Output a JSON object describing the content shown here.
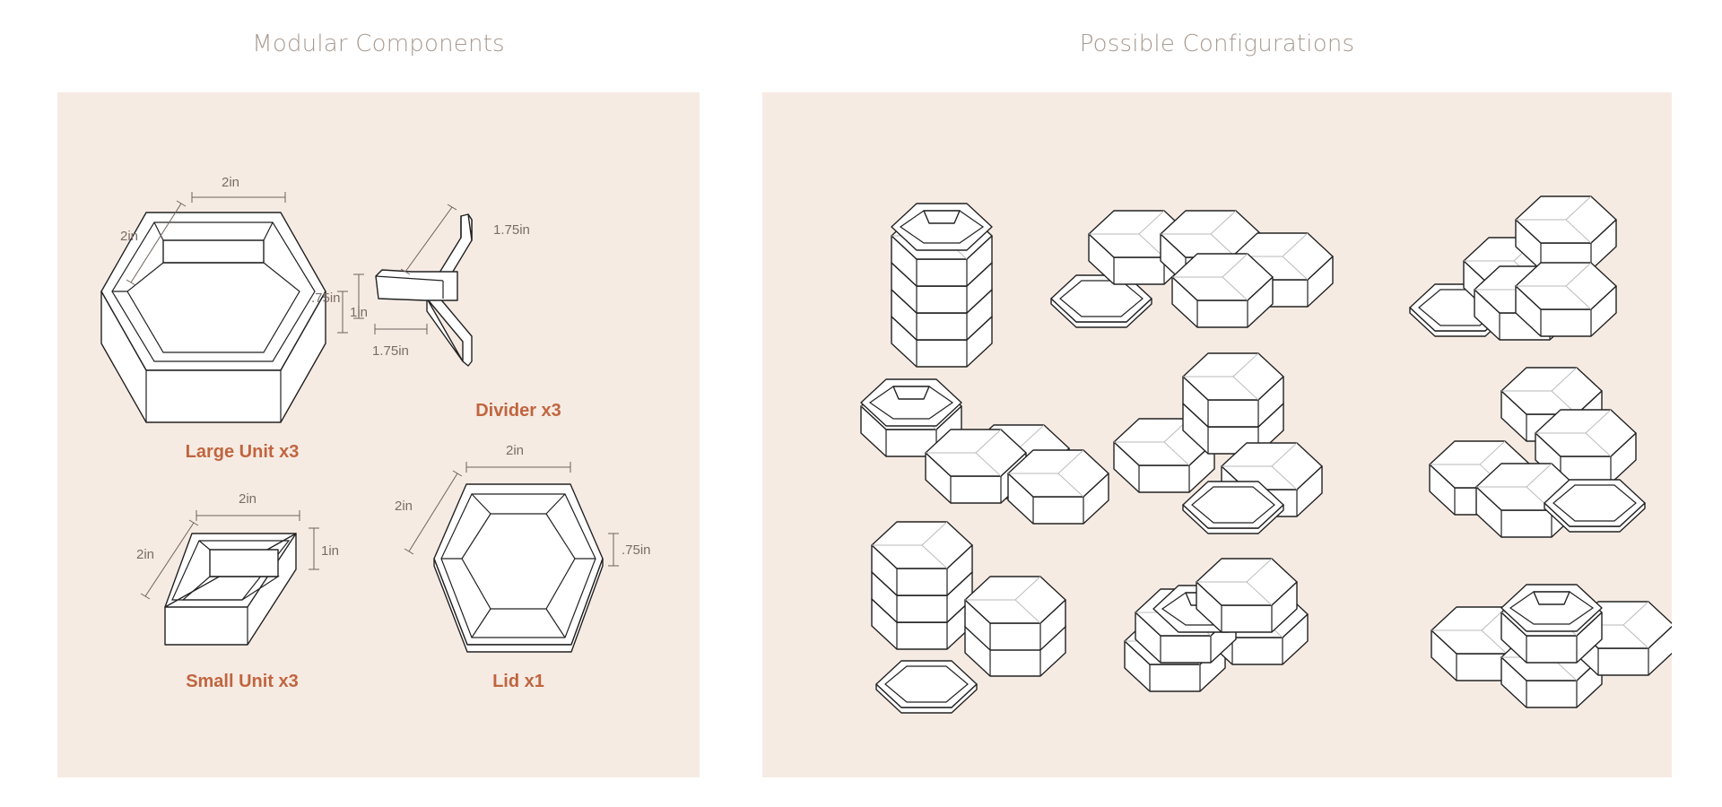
{
  "titles": {
    "left": "Modular Components",
    "right": "Possible Configurations"
  },
  "components": {
    "large_unit": {
      "label": "Large Unit x3",
      "dims": [
        "2in",
        "2in",
        "1in"
      ]
    },
    "divider": {
      "label": "Divider x3",
      "dims": [
        "1.75in",
        ".75in",
        "1.75in"
      ]
    },
    "small_unit": {
      "label": "Small Unit x3",
      "dims": [
        "2in",
        "2in",
        "1in"
      ]
    },
    "lid": {
      "label": "Lid x1",
      "dims": [
        "2in",
        "2in",
        ".75in"
      ]
    }
  },
  "colors": {
    "panel_bg": "#f6ebe3",
    "title": "#a89a90",
    "label": "#c0653f",
    "dimension": "#7a6d66"
  }
}
